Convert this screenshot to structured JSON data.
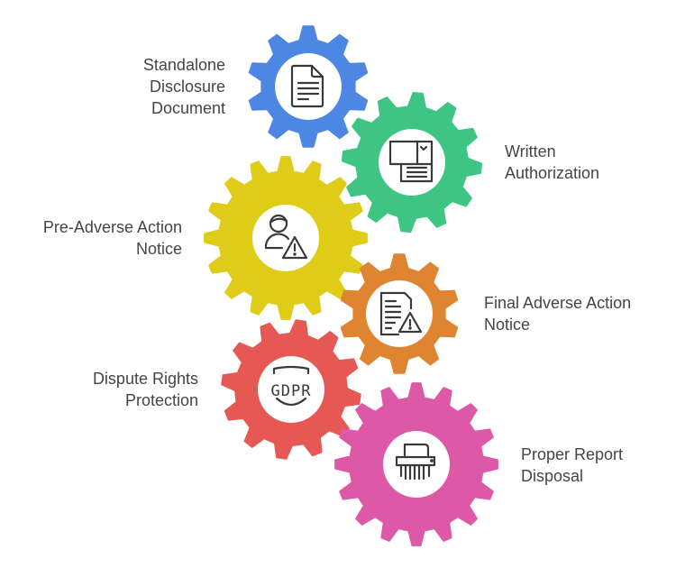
{
  "title": "FCRA Compliance Steps",
  "steps": [
    {
      "lines": [
        "Standalone",
        "Disclosure",
        "Document"
      ],
      "color": "#4E86E4",
      "icon": "document-icon"
    },
    {
      "lines": [
        "Written",
        "Authorization"
      ],
      "color": "#3EC583",
      "icon": "form-checkbox-icon"
    },
    {
      "lines": [
        "Pre-Adverse Action",
        "Notice"
      ],
      "color": "#DFCC18",
      "icon": "person-warning-icon"
    },
    {
      "lines": [
        "Final Adverse Action",
        "Notice"
      ],
      "color": "#DF8430",
      "icon": "document-warning-icon"
    },
    {
      "lines": [
        "Dispute Rights",
        "Protection"
      ],
      "color": "#E55853",
      "icon": "gdpr-shield-icon"
    },
    {
      "lines": [
        "Proper Report",
        "Disposal"
      ],
      "color": "#DD58A7",
      "icon": "shredder-icon"
    }
  ],
  "gdpr_text": "GDPR"
}
